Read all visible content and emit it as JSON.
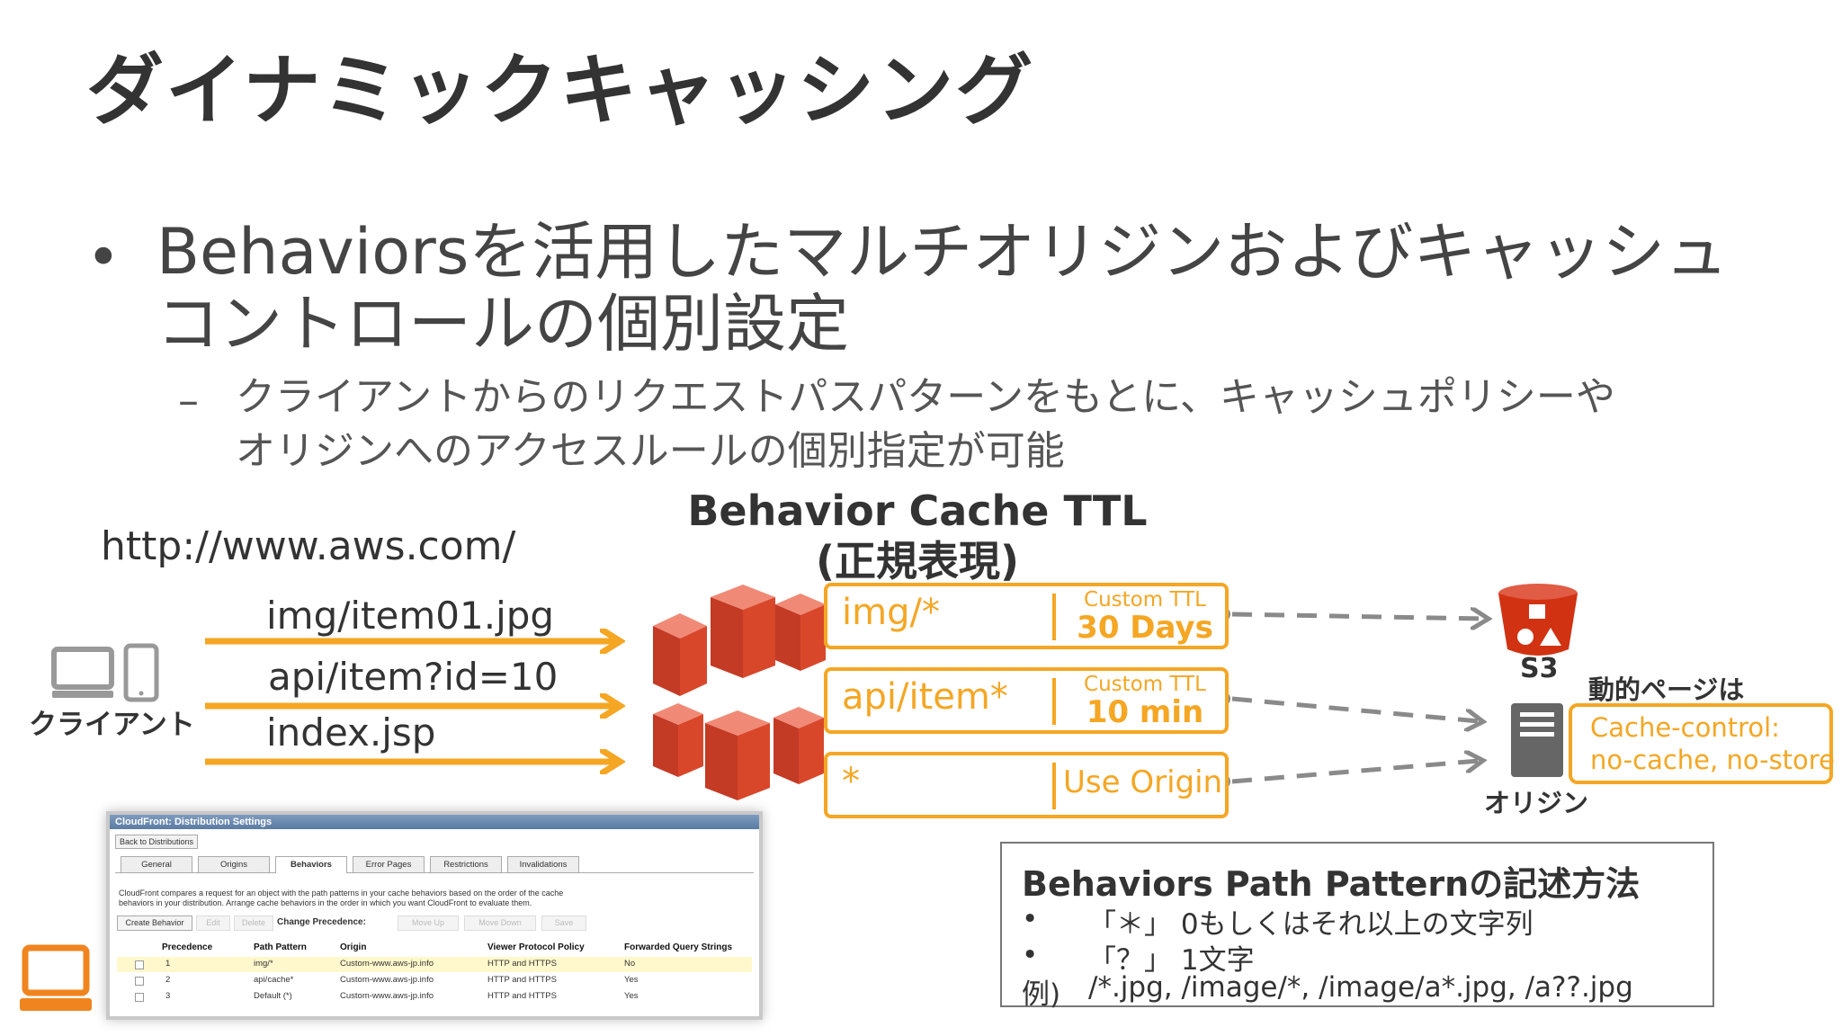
{
  "slide": {
    "title": "ダイナミックキャッシング",
    "bullet_marker": "•",
    "bullet_line1": "Behaviorsを活用したマルチオリジンおよびキャッシュ",
    "bullet_line2": "コントロールの個別設定",
    "sub_marker": "–",
    "sub_line1": "クライアントからのリクエストパスパターンをもとに、キャッシュポリシーや",
    "sub_line2": "オリジンへのアクセスルールの個別指定が可能"
  },
  "diagram": {
    "url": "http://www.aws.com/",
    "paths": [
      "img/item01.jpg",
      "api/item?id=10",
      "index.jsp"
    ],
    "client_label": "クライアント",
    "center_title_line1": "Behavior Cache TTL",
    "center_title_line2": "(正規表現)",
    "behaviors": [
      {
        "pattern": "img/*",
        "ttl_label": "Custom TTL",
        "ttl_value": "30 Days"
      },
      {
        "pattern": "api/item*",
        "ttl_label": "Custom TTL",
        "ttl_value": "10 min"
      },
      {
        "pattern": "*",
        "use_origin": "Use Origin"
      }
    ],
    "s3_label": "S3",
    "dynamic_label": "動的ページは",
    "cache_control_line1": "Cache-control:",
    "cache_control_line2": "no-cache, no-store",
    "origin_label": "オリジン",
    "colors": {
      "accent": "#f5a623",
      "cube_red": "#d9472b",
      "s3_red": "#d13212",
      "server_gray": "#666666",
      "laptop_orange": "#f0841e"
    }
  },
  "reference": {
    "title": "Behaviors Path Patternの記述方法",
    "line1_bullet": "•",
    "line1": "「＊」 0もしくはそれ以上の文字列",
    "line2_bullet": "•",
    "line2": "「？」 1文字",
    "example_label": "例)",
    "example": "/*.jpg, /image/*, /image/a*.jpg, /a??.jpg"
  },
  "screenshot": {
    "window_title": "CloudFront: Distribution Settings",
    "back_button": "Back to Distributions",
    "tabs": [
      "General",
      "Origins",
      "Behaviors",
      "Error Pages",
      "Restrictions",
      "Invalidations"
    ],
    "active_tab": "Behaviors",
    "description_line1": "CloudFront compares a request for an object with the path patterns in your cache behaviors based on the order of the cache",
    "description_line2": "behaviors in your distribution. Arrange cache behaviors in the order in which you want CloudFront to evaluate them.",
    "buttons": {
      "create": "Create Behavior",
      "edit": "Edit",
      "delete": "Delete",
      "change_precedence": "Change Precedence:",
      "move_up": "Move Up",
      "move_down": "Move Down",
      "save": "Save"
    },
    "columns": [
      "Precedence",
      "Path Pattern",
      "Origin",
      "Viewer Protocol Policy",
      "Forwarded Query Strings"
    ],
    "rows": [
      [
        "1",
        "img/*",
        "Custom-www.aws-jp.info",
        "HTTP and HTTPS",
        "No"
      ],
      [
        "2",
        "api/cache*",
        "Custom-www.aws-jp.info",
        "HTTP and HTTPS",
        "Yes"
      ],
      [
        "3",
        "Default (*)",
        "Custom-www.aws-jp.info",
        "HTTP and HTTPS",
        "Yes"
      ]
    ]
  }
}
